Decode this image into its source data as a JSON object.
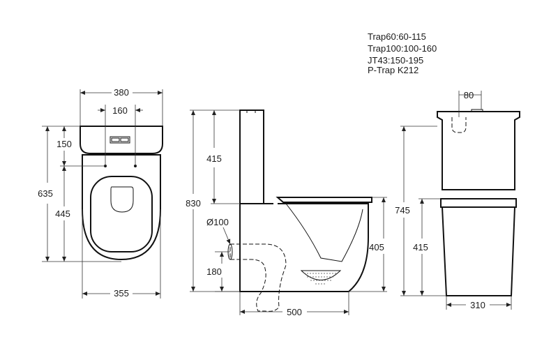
{
  "trap_notes": [
    "Trap60:60-115",
    "Trap100:100-160",
    "JT43:150-195",
    "P-Trap K212"
  ],
  "top_view": {
    "width_overall": "380",
    "width_inlet_spacing": "160",
    "depth_overall": "635",
    "tank_depth": "150",
    "seat_depth": "445",
    "base_width": "355"
  },
  "side_view": {
    "tank_height": "415",
    "overall_height": "830",
    "outlet_diameter": "Ø100",
    "outlet_offset": "180",
    "seat_height": "405",
    "base_depth": "500"
  },
  "end_view": {
    "button_width": "80",
    "overall_height": "745",
    "lower_height": "415",
    "base_width": "310"
  }
}
